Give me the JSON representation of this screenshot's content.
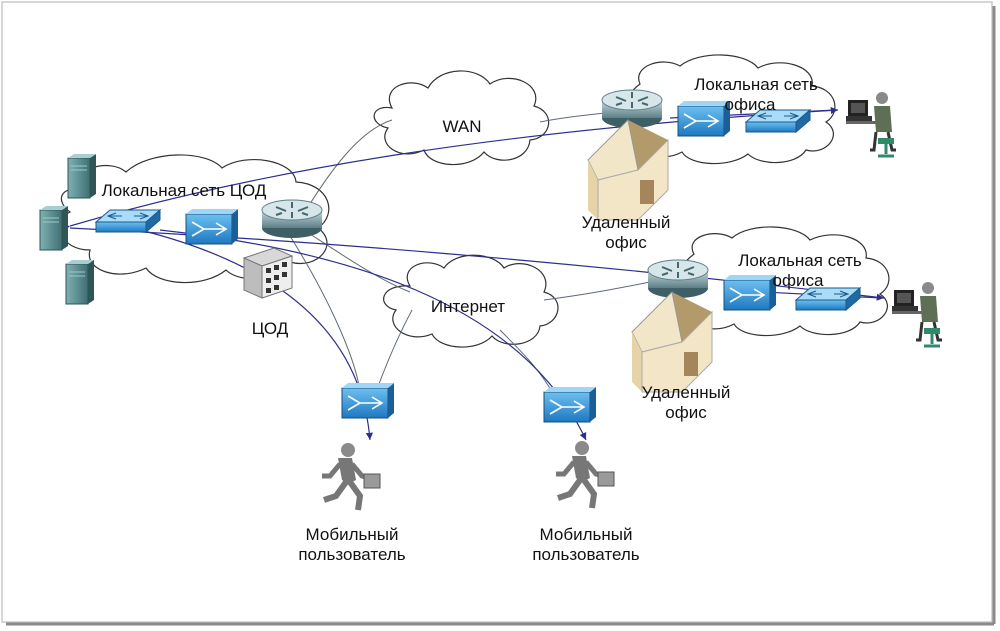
{
  "labels": {
    "wan": "WAN",
    "internet": "Интернет",
    "dc_lan": "Локальная сеть ЦОД",
    "dc": "ЦОД",
    "office1_lan_line1": "Локальная сеть",
    "office1_lan_line2": "офиса",
    "office2_lan_line1": "Локальная сеть",
    "office2_lan_line2": "офиса",
    "remote_office1_line1": "Удаленный",
    "remote_office1_line2": "офис",
    "remote_office2_line1": "Удаленный",
    "remote_office2_line2": "офис",
    "mobile1_line1": "Мобильный",
    "mobile1_line2": "пользователь",
    "mobile2_line1": "Мобильный",
    "mobile2_line2": "пользователь"
  },
  "colors": {
    "cloud_fill": "#ffffff",
    "cloud_stroke": "#333333",
    "link": "#5f6b78",
    "tunnel": "#2e2e8f",
    "device_blue": "#2f8fd0",
    "router": "#6d8f97",
    "server": "#5a8a8c",
    "house": "#f0e2c2",
    "person": "#7a7a7a"
  },
  "icons": {
    "router": "router-icon",
    "switch": "switch-icon",
    "vpn": "vpn-gateway-icon",
    "server": "server-icon",
    "datacenter": "datacenter-building-icon",
    "house": "house-icon",
    "workstation": "user-workstation-icon",
    "mobile_user": "running-person-icon"
  }
}
